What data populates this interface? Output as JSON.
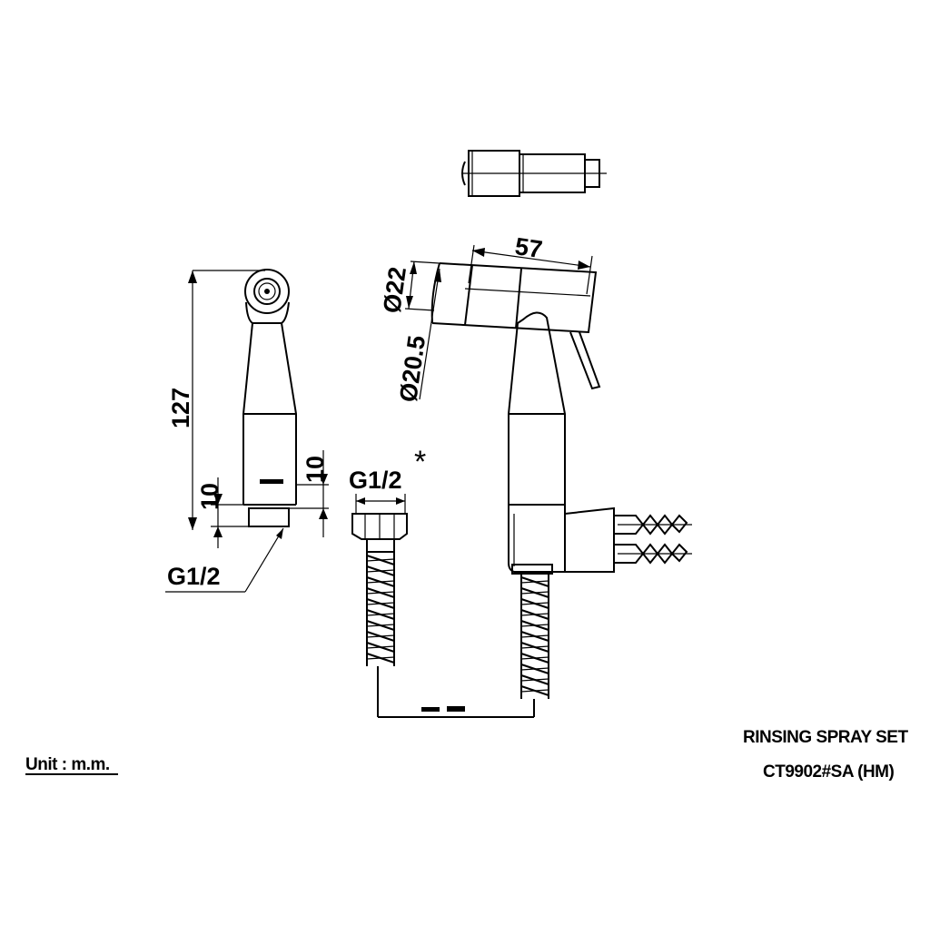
{
  "drawing": {
    "dimensions": {
      "spray_length": "57",
      "head_diameter": "Ø22",
      "neck_diameter": "Ø20.5",
      "total_height": "127",
      "body_offset": "10",
      "base_offset": "10",
      "side_thread": "G1/2",
      "hose_thread": "G1/2",
      "hose_note_mark": "*"
    },
    "unit_label": "Unit : m.m.",
    "product_name": "RINSING SPRAY SET",
    "product_code": "CT9902#SA (HM)"
  }
}
